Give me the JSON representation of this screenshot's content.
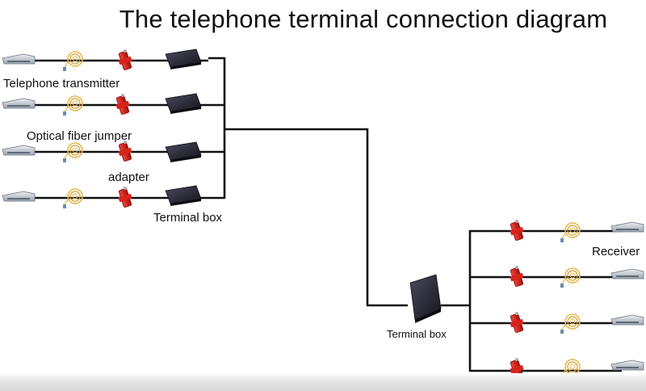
{
  "title": "The telephone terminal connection diagram",
  "labels": {
    "telephone_transmitter": "Telephone transmitter",
    "optical_fiber_jumper": "Optical fiber jumper",
    "adapter": "adapter",
    "terminal_box_left": "Terminal box",
    "terminal_box_center": "Terminal box",
    "receiver": "Receiver"
  },
  "colors": {
    "line": "#111111",
    "adapter": "#cc1a14",
    "terminal_box": "#2b2b3a",
    "fiber_coil": "#e8b84a",
    "device": "#c8ced6"
  }
}
